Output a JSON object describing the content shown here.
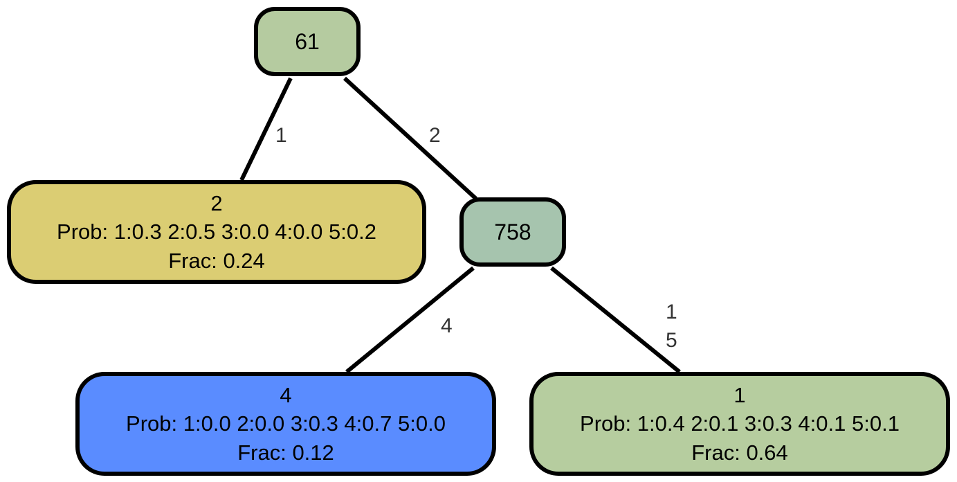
{
  "tree": {
    "root": {
      "id": "61",
      "color": "#b5cba0"
    },
    "internal": {
      "id": "758",
      "color": "#a6c4ae"
    },
    "leaves": [
      {
        "id": "2",
        "prob": "Prob: 1:0.3 2:0.5 3:0.0 4:0.0 5:0.2",
        "frac": "Frac: 0.24",
        "color": "#dbcd73"
      },
      {
        "id": "4",
        "prob": "Prob: 1:0.0 2:0.0 3:0.3 4:0.7 5:0.0",
        "frac": "Frac: 0.12",
        "color": "#5a8cff"
      },
      {
        "id": "1",
        "prob": "Prob: 1:0.4 2:0.1 3:0.3 4:0.1 5:0.1",
        "frac": "Frac: 0.64",
        "color": "#b6cd9f"
      }
    ],
    "edges": [
      {
        "from": "61",
        "to": "2",
        "label": "1"
      },
      {
        "from": "61",
        "to": "758",
        "label": "2"
      },
      {
        "from": "758",
        "to": "4",
        "label": "4"
      },
      {
        "from": "758",
        "to": "1",
        "label": "1\n5"
      }
    ]
  }
}
